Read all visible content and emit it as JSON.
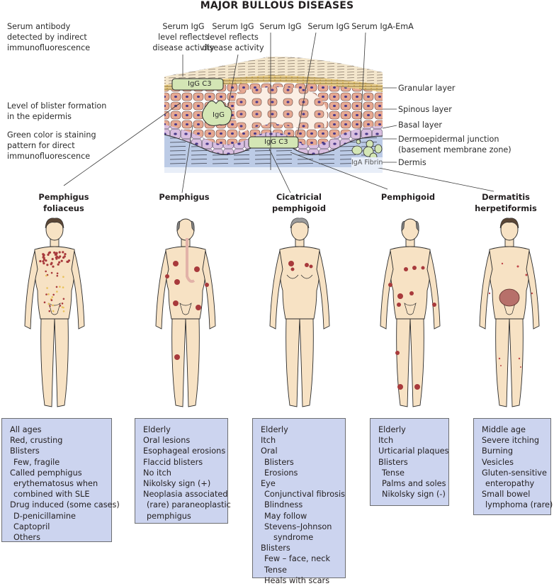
{
  "title": "MAJOR BULLOUS DISEASES",
  "notes": {
    "serum_antibody": [
      "Serum antibody",
      "detected by indirect",
      "immunofluorescence"
    ],
    "blister_level": [
      "Level of blister formation",
      "in the epidermis"
    ],
    "green_color": [
      "Green color is staining",
      "pattern for direct",
      "immunofluorescence"
    ]
  },
  "serum_callouts": [
    {
      "lines": [
        "Serum IgG",
        "level reflects",
        "disease activity"
      ]
    },
    {
      "lines": [
        "Serum IgG",
        "level reflects",
        "disease activity"
      ]
    },
    {
      "lines": [
        "Serum IgG"
      ]
    },
    {
      "lines": [
        "Serum IgG"
      ]
    },
    {
      "lines": [
        "Serum IgA-EmA"
      ]
    }
  ],
  "skin_layers": [
    {
      "label": "Granular layer"
    },
    {
      "label": "Spinous layer"
    },
    {
      "label": "Basal layer"
    },
    {
      "label": "Dermoepidermal junction",
      "sub": "(basement membrane zone)"
    },
    {
      "label": "Dermis"
    }
  ],
  "staining_labels": {
    "top_igg_c3": "IgG C3",
    "igg": "IgG",
    "bmz_igg_c3": "IgG C3",
    "iga_fibrin": "IgA Fibrin"
  },
  "colors": {
    "box_fill": "#ccd4ef",
    "box_border": "#6d6e71",
    "skin": "#f7e2c4",
    "lesion": "#a83a3c",
    "stain_green": "#d4e6b5",
    "keratinocyte": "#e7a993",
    "basal_cell": "#d9bfe0",
    "dermis": "#bccbe6"
  },
  "diseases": [
    {
      "name": [
        "Pemphigus",
        "foliaceus"
      ],
      "features": [
        {
          "text": "All ages",
          "indent": 0
        },
        {
          "text": "Red, crusting",
          "indent": 0
        },
        {
          "text": "Blisters",
          "indent": 0
        },
        {
          "text": "Few, fragile",
          "indent": 1
        },
        {
          "text": "Called pemphigus",
          "indent": 0
        },
        {
          "text": "erythematosus when",
          "indent": 1
        },
        {
          "text": "combined with SLE",
          "indent": 1
        },
        {
          "text": "Drug induced (some cases)",
          "indent": 0
        },
        {
          "text": "D-penicillamine",
          "indent": 1
        },
        {
          "text": "Captopril",
          "indent": 1
        },
        {
          "text": "Others",
          "indent": 1
        }
      ]
    },
    {
      "name": [
        "Pemphigus"
      ],
      "features": [
        {
          "text": "Elderly",
          "indent": 0
        },
        {
          "text": "Oral lesions",
          "indent": 0
        },
        {
          "text": "Esophageal erosions",
          "indent": 0
        },
        {
          "text": "Flaccid blisters",
          "indent": 0
        },
        {
          "text": "No itch",
          "indent": 0
        },
        {
          "text": "Nikolsky sign (+)",
          "indent": 0
        },
        {
          "text": "Neoplasia associated",
          "indent": 0
        },
        {
          "text": "(rare) paraneoplastic",
          "indent": 1
        },
        {
          "text": "pemphigus",
          "indent": 1
        }
      ]
    },
    {
      "name": [
        "Cicatricial",
        "pemphigoid"
      ],
      "features": [
        {
          "text": "Elderly",
          "indent": 0
        },
        {
          "text": "Itch",
          "indent": 0
        },
        {
          "text": "Oral",
          "indent": 0
        },
        {
          "text": "Blisters",
          "indent": 1
        },
        {
          "text": "Erosions",
          "indent": 1
        },
        {
          "text": "Eye",
          "indent": 0
        },
        {
          "text": "Conjunctival fibrosis",
          "indent": 1
        },
        {
          "text": "Blindness",
          "indent": 1
        },
        {
          "text": "May follow",
          "indent": 1
        },
        {
          "text": "Stevens–Johnson",
          "indent": 1
        },
        {
          "text": "syndrome",
          "indent": 2
        },
        {
          "text": "Blisters",
          "indent": 0
        },
        {
          "text": "Few – face, neck",
          "indent": 1
        },
        {
          "text": "Tense",
          "indent": 1
        },
        {
          "text": "Heals with scars",
          "indent": 1
        }
      ]
    },
    {
      "name": [
        "Pemphigoid"
      ],
      "features": [
        {
          "text": "Elderly",
          "indent": 0
        },
        {
          "text": "Itch",
          "indent": 0
        },
        {
          "text": "Urticarial plaques",
          "indent": 0
        },
        {
          "text": "Blisters",
          "indent": 0
        },
        {
          "text": "Tense",
          "indent": 1
        },
        {
          "text": "Palms and soles",
          "indent": 1
        },
        {
          "text": "Nikolsky sign (-)",
          "indent": 1
        }
      ]
    },
    {
      "name": [
        "Dermatitis",
        "herpetiformis"
      ],
      "features": [
        {
          "text": "Middle age",
          "indent": 0
        },
        {
          "text": "Severe itching",
          "indent": 0
        },
        {
          "text": "Burning",
          "indent": 0
        },
        {
          "text": "Vesicles",
          "indent": 0
        },
        {
          "text": "Gluten-sensitive",
          "indent": 0
        },
        {
          "text": "enteropathy",
          "indent": 1
        },
        {
          "text": "Small bowel",
          "indent": 0
        },
        {
          "text": "lymphoma (rare)",
          "indent": 1
        }
      ]
    }
  ]
}
